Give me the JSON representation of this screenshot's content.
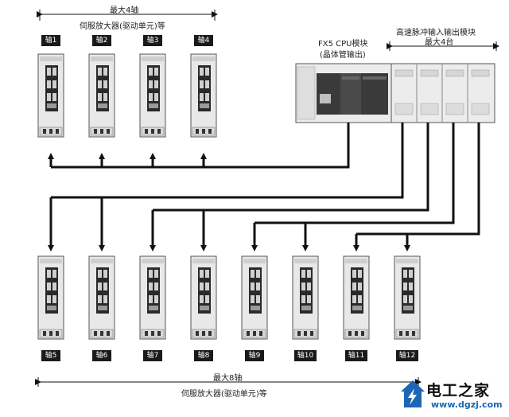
{
  "top_group": {
    "title": "最大4轴",
    "subtitle": "伺服放大器(驱动单元)等",
    "axes": [
      "轴1",
      "轴2",
      "轴3",
      "轴4"
    ]
  },
  "cpu": {
    "line1": "FX5 CPU模块",
    "line2": "(晶体管输出)"
  },
  "hsio": {
    "line1": "高速脉冲输入输出模块",
    "line2": "最大4台"
  },
  "bottom_group": {
    "title": "最大8轴",
    "subtitle": "伺服放大器(驱动单元)等",
    "axes": [
      "轴5",
      "轴6",
      "轴7",
      "轴8",
      "轴9",
      "轴10",
      "轴11",
      "轴12"
    ]
  },
  "watermark": {
    "brand": "电工之家",
    "url": "www.dgzj.com",
    "icon": "lightning-house-icon",
    "brand_color": "#1c66b3"
  }
}
